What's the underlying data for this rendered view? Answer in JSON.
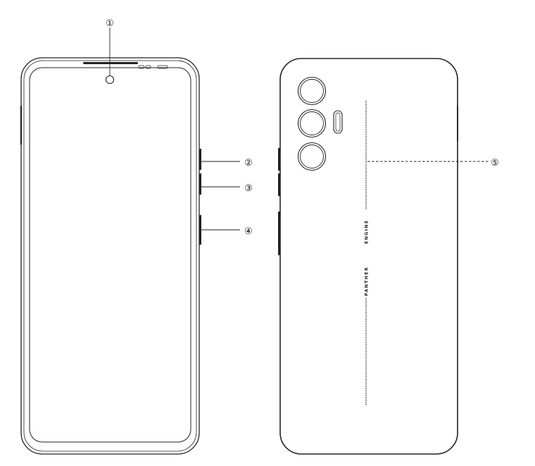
{
  "callouts": [
    {
      "id": "1",
      "label": "①"
    },
    {
      "id": "2",
      "label": "②"
    },
    {
      "id": "3",
      "label": "③"
    },
    {
      "id": "4",
      "label": "④"
    },
    {
      "id": "5",
      "label": "⑤"
    }
  ],
  "back": {
    "brand_text_1": "PANTHER",
    "brand_text_2": "ENGINE"
  }
}
